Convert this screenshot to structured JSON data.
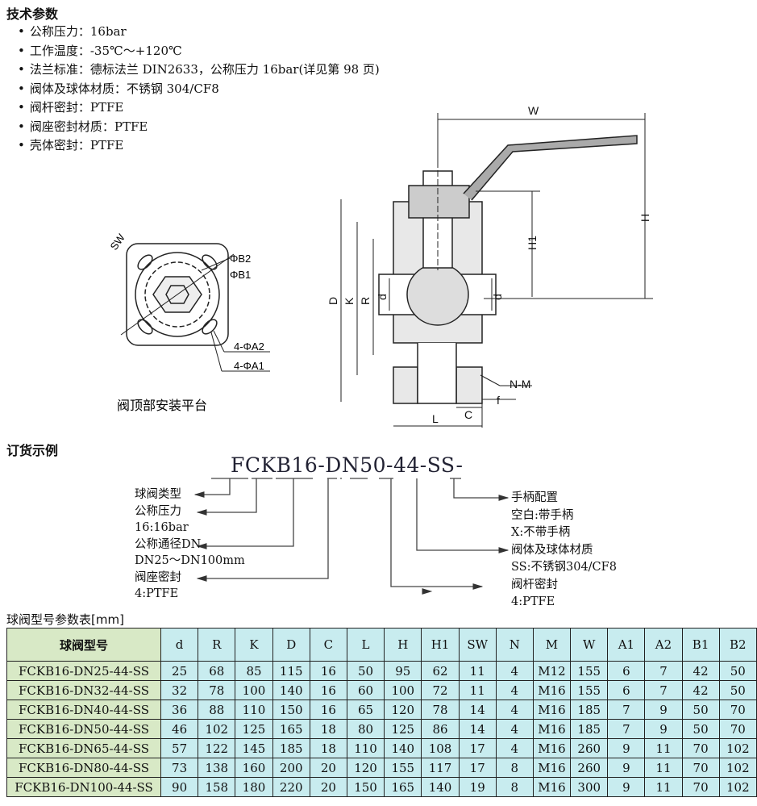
{
  "specs": {
    "title": "技术参数",
    "items": [
      "公称压力：16bar",
      "工作温度：-35℃～+120℃",
      "法兰标准：德标法兰 DIN2633，公称压力 16bar(详见第 98 页)",
      "阀体及球体材质：不锈钢 304/CF8",
      "阀杆密封：PTFE",
      "阀座密封材质：PTFE",
      "壳体密封：PTFE"
    ]
  },
  "drawing": {
    "top_caption": "阀顶部安装平台",
    "labels": {
      "sw": "SW",
      "b2": "ΦB2",
      "b1": "ΦB1",
      "a2": "4-ΦA2",
      "a1": "4-ΦA1",
      "w": "W",
      "h": "H",
      "h1": "H1",
      "D": "D",
      "k": "K",
      "r": "R",
      "d": "d",
      "nm": "N-M",
      "f": "f",
      "c": "C",
      "l": "L"
    }
  },
  "order": {
    "title": "订货示例",
    "code": "FCKB16-DN50-44-SS-",
    "left": [
      "球阀类型",
      "公称压力",
      "16:16bar",
      "公称通径DN",
      "DN25～DN100mm",
      "阀座密封",
      "4:PTFE"
    ],
    "right": [
      "手柄配置",
      "空白:带手柄",
      "X:不带手柄",
      "阀体及球体材质",
      "SS:不锈钢304/CF8",
      "阀杆密封",
      "4:PTFE"
    ]
  },
  "table": {
    "title": "球阀型号参数表[mm]",
    "headers": [
      "球阀型号",
      "d",
      "R",
      "K",
      "D",
      "C",
      "L",
      "H",
      "H1",
      "SW",
      "N",
      "M",
      "W",
      "A1",
      "A2",
      "B1",
      "B2"
    ],
    "rows": [
      [
        "FCKB16-DN25-44-SS",
        "25",
        "68",
        "85",
        "115",
        "16",
        "50",
        "95",
        "62",
        "11",
        "4",
        "M12",
        "155",
        "6",
        "7",
        "42",
        "50"
      ],
      [
        "FCKB16-DN32-44-SS",
        "32",
        "78",
        "100",
        "140",
        "16",
        "60",
        "100",
        "72",
        "11",
        "4",
        "M16",
        "155",
        "6",
        "7",
        "42",
        "50"
      ],
      [
        "FCKB16-DN40-44-SS",
        "36",
        "88",
        "110",
        "150",
        "16",
        "65",
        "120",
        "78",
        "14",
        "4",
        "M16",
        "185",
        "7",
        "9",
        "50",
        "70"
      ],
      [
        "FCKB16-DN50-44-SS",
        "46",
        "102",
        "125",
        "165",
        "18",
        "80",
        "125",
        "86",
        "14",
        "4",
        "M16",
        "185",
        "7",
        "9",
        "50",
        "70"
      ],
      [
        "FCKB16-DN65-44-SS",
        "57",
        "122",
        "145",
        "185",
        "18",
        "110",
        "140",
        "108",
        "17",
        "4",
        "M16",
        "260",
        "9",
        "11",
        "70",
        "102"
      ],
      [
        "FCKB16-DN80-44-SS",
        "73",
        "138",
        "160",
        "200",
        "20",
        "120",
        "155",
        "117",
        "17",
        "8",
        "M16",
        "260",
        "9",
        "11",
        "70",
        "102"
      ],
      [
        "FCKB16-DN100-44-SS",
        "90",
        "158",
        "180",
        "220",
        "20",
        "150",
        "165",
        "140",
        "19",
        "8",
        "M16",
        "300",
        "9",
        "11",
        "70",
        "102"
      ]
    ]
  }
}
